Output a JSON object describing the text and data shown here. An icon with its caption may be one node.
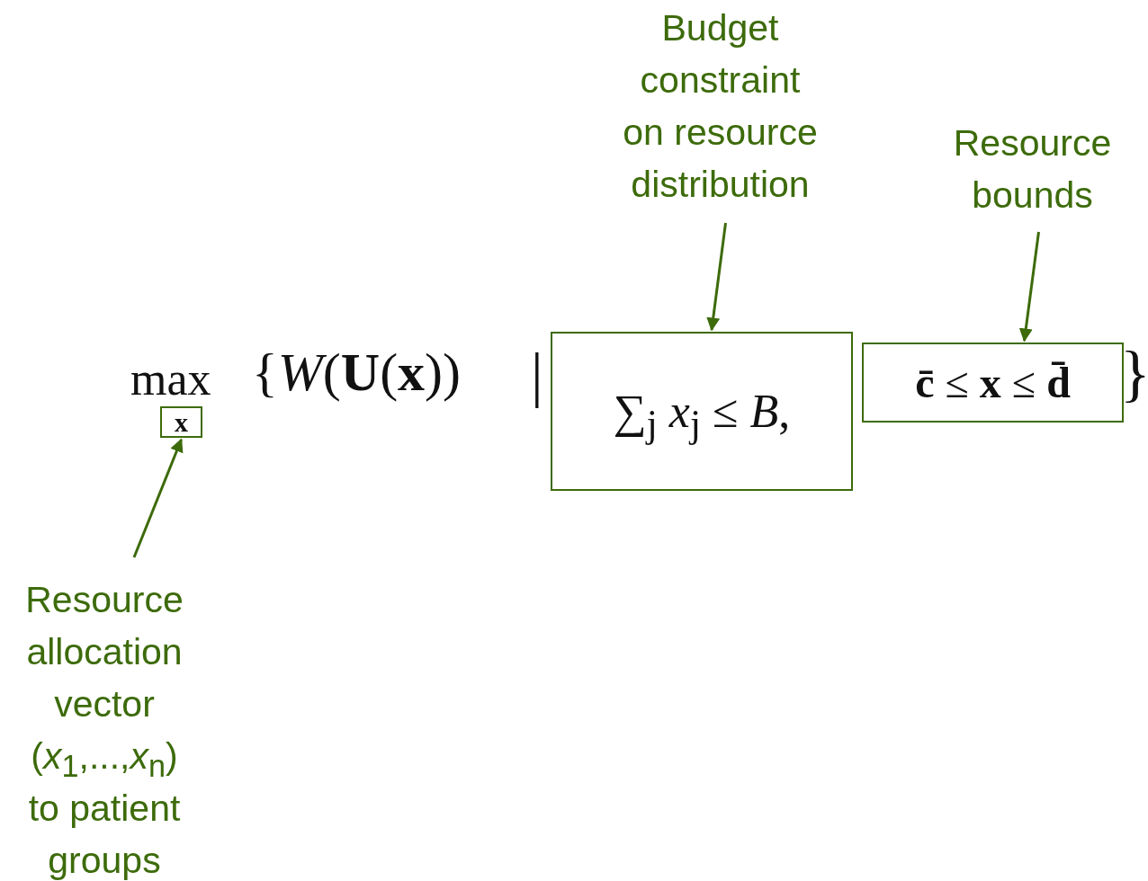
{
  "diagram": {
    "nodes": [
      {
        "text": [
          "Budget constraint on resource distribution"
        ]
      },
      {
        "text": [
          "Resource bounds"
        ]
      },
      {
        "text": [
          "**x**"
        ]
      },
      {
        "text": [
          "∑$_{j}$ *x*$_{j}$ ≤ *B*,"
        ]
      },
      {
        "text": [
          "**c̄** ≤ **x** ≤ **d̄**"
        ]
      },
      {
        "text": [
          "Resource allocation vector (*x*$_{1}$,...,*x*$_{n}$) to patient groups"
        ]
      }
    ],
    "edges": [
      {
        "from": 0,
        "to": 3,
        "arrow": "to"
      },
      {
        "from": 1,
        "to": 4,
        "arrow": "to"
      },
      {
        "from": 5,
        "to": 2,
        "arrow": "to"
      }
    ],
    "labels": [
      "max",
      "{*W*(**U**(**x**))",
      "|",
      "}"
    ]
  }
}
